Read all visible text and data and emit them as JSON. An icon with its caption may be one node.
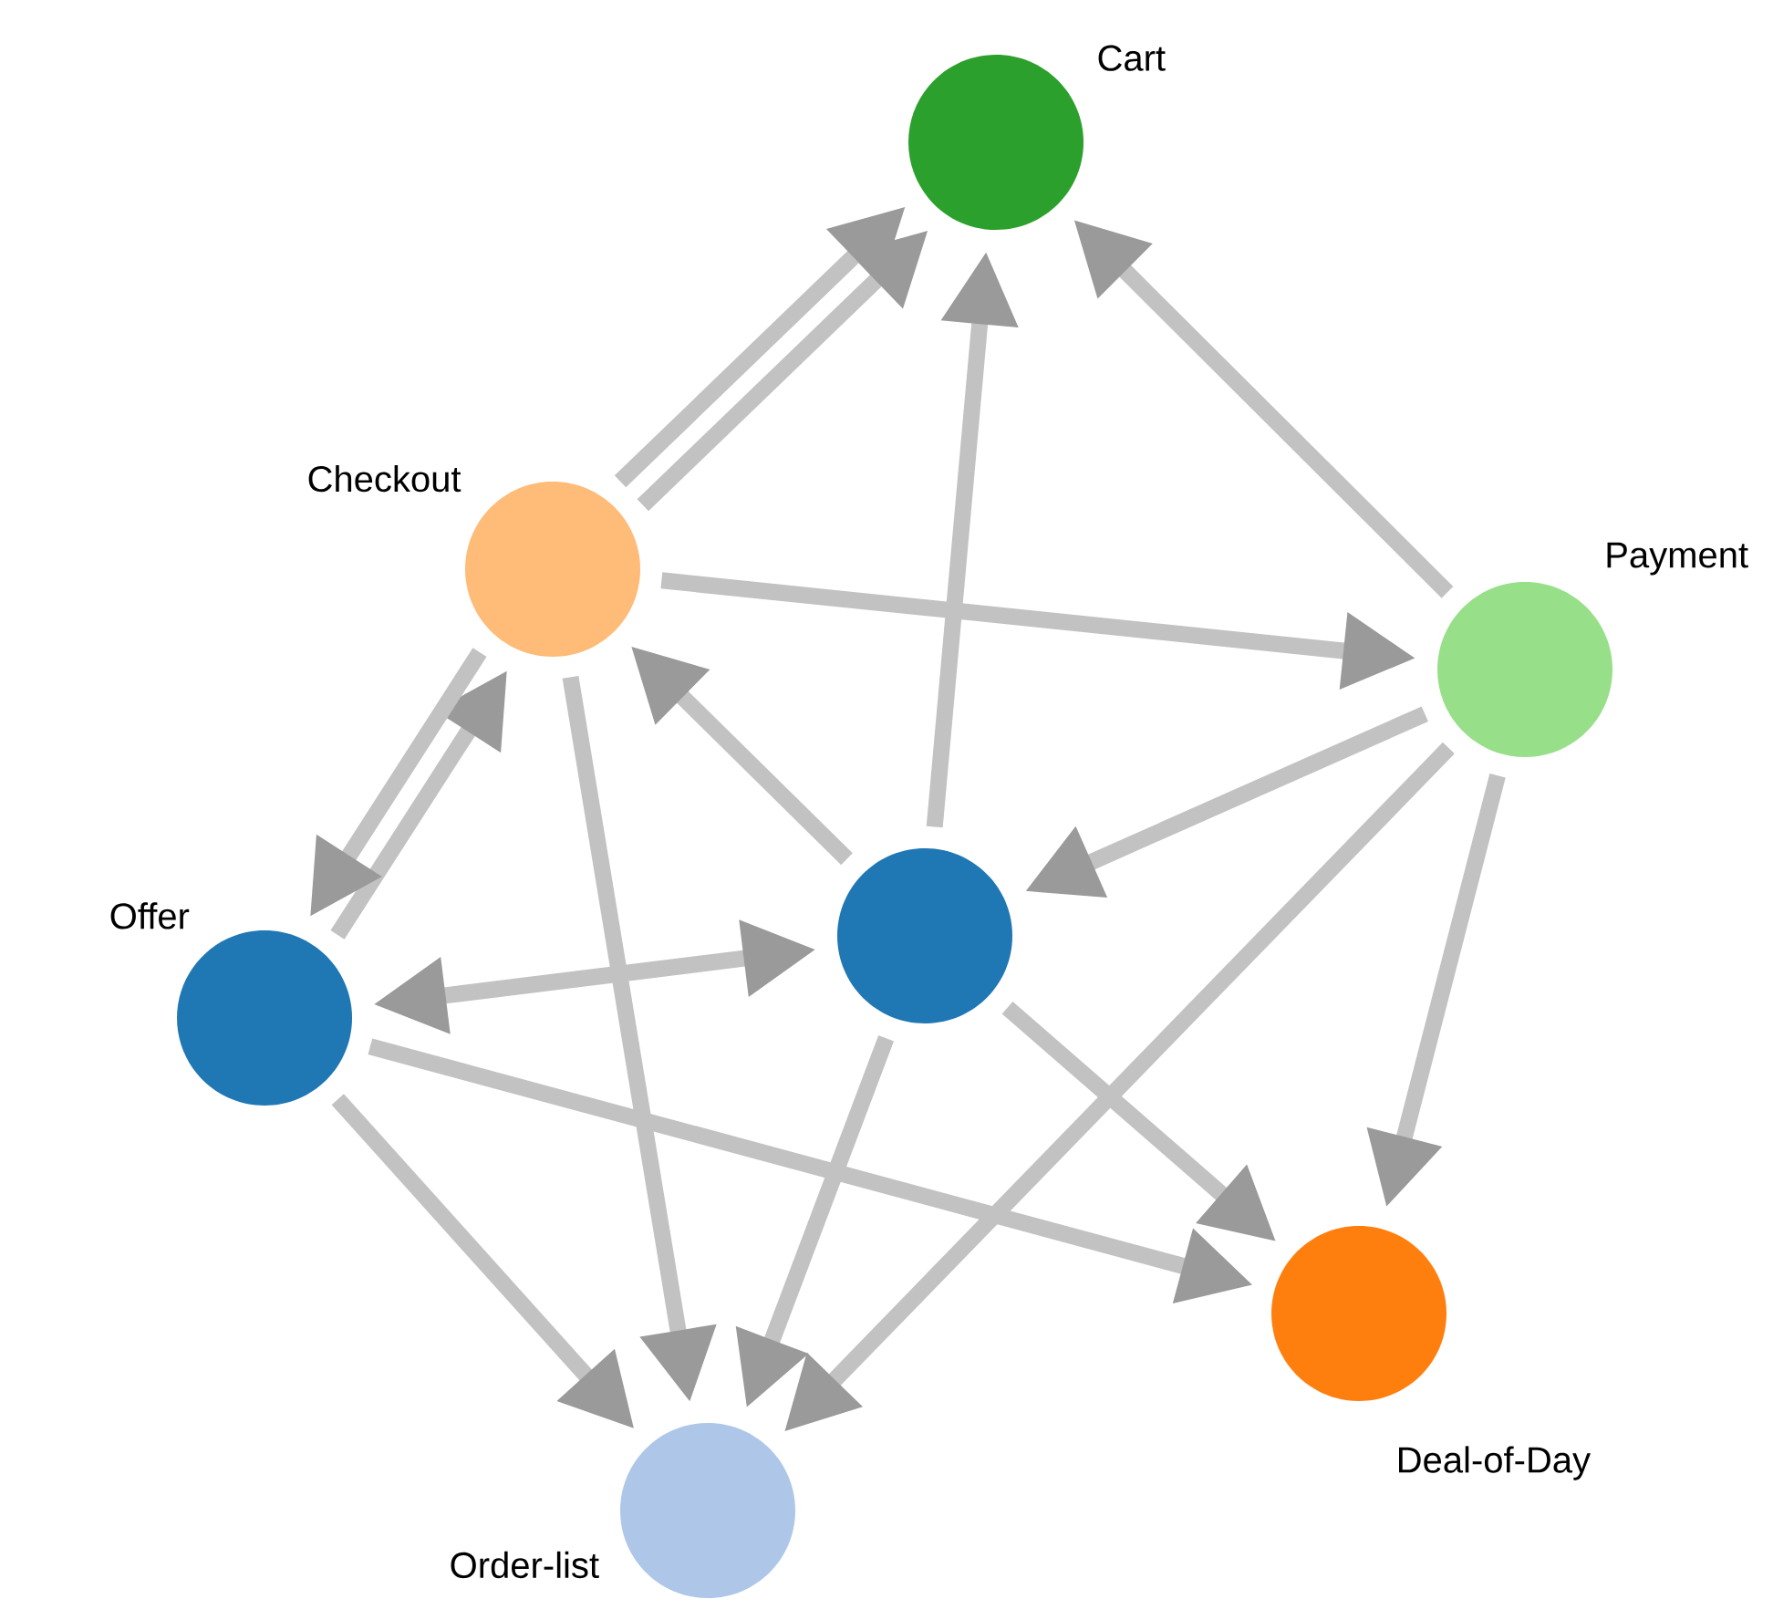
{
  "diagram": {
    "nodes": [
      {
        "text": [
          "Cart"
        ]
      },
      {
        "text": [
          "Checkout"
        ]
      },
      {
        "text": [
          "Payment"
        ]
      },
      {
        "text": [
          "Offer"
        ]
      },
      {
        "text": [],
        "shape": "circle"
      },
      {
        "text": [
          "Deal-of-Day"
        ]
      },
      {
        "text": [
          "Order-list"
        ]
      }
    ],
    "edges": [
      {
        "from": 1,
        "to": 0,
        "arrow": "to"
      },
      {
        "from": 1,
        "to": 0,
        "arrow": "to"
      },
      {
        "from": 4,
        "to": 0,
        "arrow": "to"
      },
      {
        "from": 2,
        "to": 0,
        "arrow": "to"
      },
      {
        "from": 1,
        "to": 2,
        "arrow": "to"
      },
      {
        "from": 4,
        "to": 1,
        "arrow": "to"
      },
      {
        "from": 3,
        "to": 1,
        "arrow": "to"
      },
      {
        "from": 1,
        "to": 3,
        "arrow": "to"
      },
      {
        "from": 3,
        "to": 4,
        "arrow": "both"
      },
      {
        "from": 2,
        "to": 4,
        "arrow": "to"
      },
      {
        "from": 3,
        "to": 6,
        "arrow": "to"
      },
      {
        "from": 1,
        "to": 6,
        "arrow": "to"
      },
      {
        "from": 4,
        "to": 6,
        "arrow": "to"
      },
      {
        "from": 2,
        "to": 6,
        "arrow": "to"
      },
      {
        "from": 3,
        "to": 5,
        "arrow": "to"
      },
      {
        "from": 4,
        "to": 5,
        "arrow": "to"
      },
      {
        "from": 2,
        "to": 5,
        "arrow": "to"
      }
    ]
  }
}
